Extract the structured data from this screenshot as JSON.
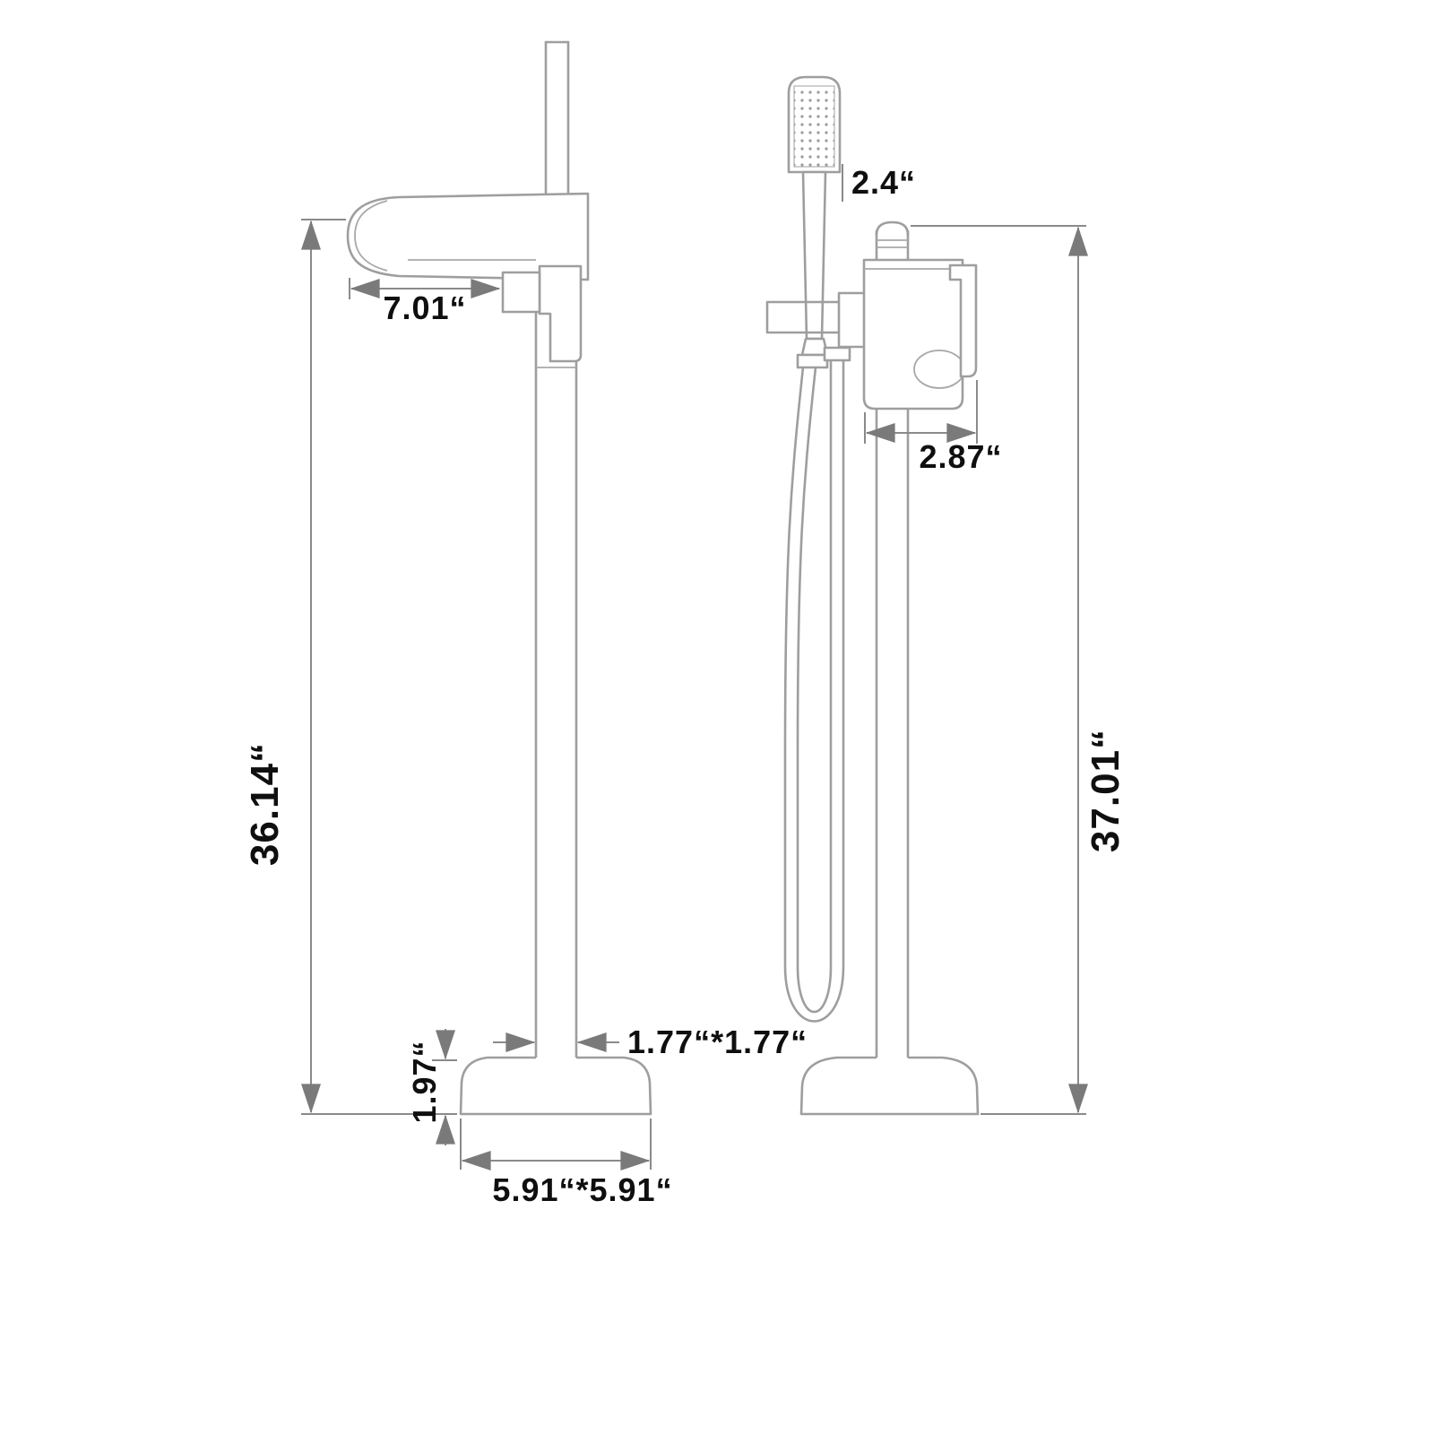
{
  "diagram": {
    "title": "Freestanding bathtub faucet with hand shower — dimension drawing",
    "background": "#ffffff",
    "colors": {
      "fixture_line": "#9e9e9e",
      "dimension_line": "#8a8a8a",
      "arrow": "#7a7a7a",
      "text": "#0f0f0f"
    },
    "views": {
      "left": "side profile view",
      "right": "front view with hand shower"
    },
    "labels": {
      "spout_reach": "7.01“",
      "hand_shower_width": "2.4“",
      "valve_width": "2.87“",
      "height_side": "36.14“",
      "height_front": "37.01“",
      "column_section": "1.77“*1.77“",
      "base_height": "1.97“",
      "base_footprint": "5.91“*5.91“"
    }
  }
}
